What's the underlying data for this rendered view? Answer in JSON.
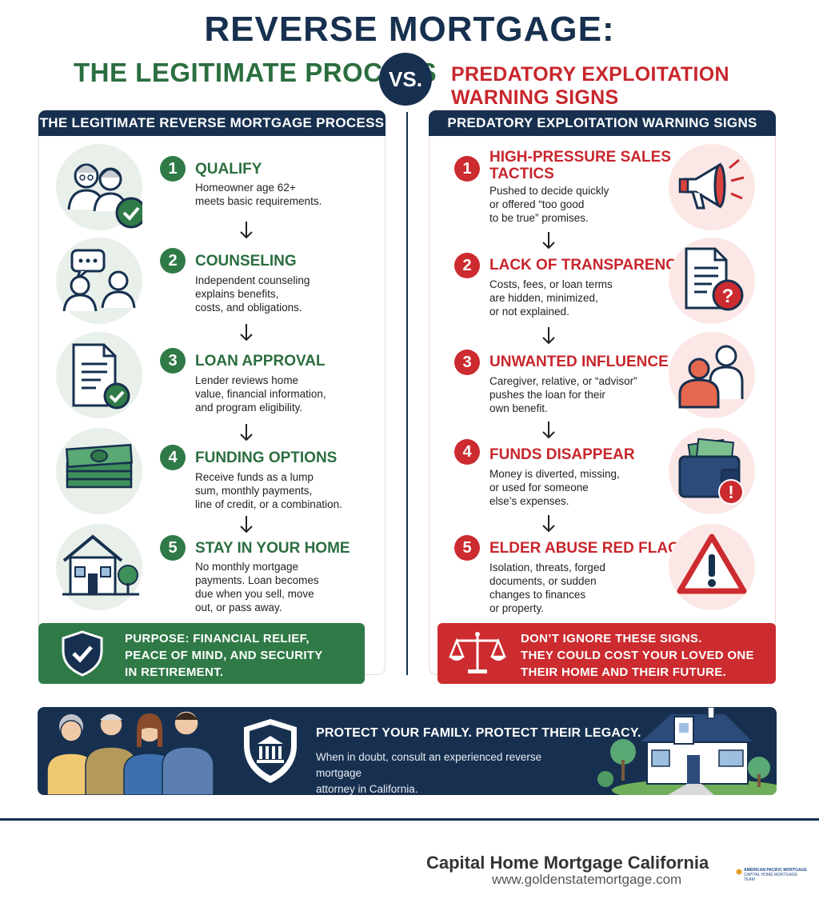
{
  "header": {
    "title": "REVERSE MORTGAGE:",
    "left_subtitle": "THE LEGITIMATE PROCESS",
    "vs": "VS.",
    "right_subtitle": "PREDATORY EXPLOITATION WARNING SIGNS"
  },
  "left_panel": {
    "heading": "THE LEGITIMATE REVERSE MORTGAGE PROCESS",
    "steps": [
      {
        "num": "1",
        "title": "QUALIFY",
        "desc": [
          "Homeowner age 62+",
          "meets basic requirements."
        ]
      },
      {
        "num": "2",
        "title": "COUNSELING",
        "desc": [
          "Independent counseling",
          "explains benefits,",
          "costs, and obligations."
        ]
      },
      {
        "num": "3",
        "title": "LOAN APPROVAL",
        "desc": [
          "Lender reviews home",
          "value, financial information,",
          "and program eligibility."
        ]
      },
      {
        "num": "4",
        "title": "FUNDING OPTIONS",
        "desc": [
          "Receive funds as a lump",
          "sum, monthly payments,",
          "line of credit, or a combination."
        ]
      },
      {
        "num": "5",
        "title": "STAY IN YOUR HOME",
        "desc": [
          "No monthly mortgage",
          "payments. Loan becomes",
          "due when you sell, move",
          "out, or pass away."
        ]
      }
    ],
    "banner": [
      "PURPOSE: FINANCIAL RELIEF,",
      "PEACE OF MIND, AND SECURITY",
      "IN RETIREMENT."
    ]
  },
  "right_panel": {
    "heading": "PREDATORY EXPLOITATION WARNING SIGNS",
    "steps": [
      {
        "num": "1",
        "title": [
          "HIGH-PRESSURE SALES",
          "TACTICS"
        ],
        "desc": [
          "Pushed to decide quickly",
          "or offered “too good",
          "to be true” promises."
        ]
      },
      {
        "num": "2",
        "title": [
          "LACK OF TRANSPARENCY"
        ],
        "desc": [
          "Costs, fees, or loan terms",
          "are hidden, minimized,",
          "or not explained."
        ]
      },
      {
        "num": "3",
        "title": [
          "UNWANTED INFLUENCE"
        ],
        "desc": [
          "Caregiver, relative, or “advisor”",
          "pushes the loan for their",
          "own benefit."
        ]
      },
      {
        "num": "4",
        "title": [
          "FUNDS DISAPPEAR"
        ],
        "desc": [
          "Money is diverted, missing,",
          "or used for someone",
          "else’s expenses."
        ]
      },
      {
        "num": "5",
        "title": [
          "ELDER ABUSE RED FLAGS"
        ],
        "desc": [
          "Isolation, threats, forged",
          "documents, or sudden",
          "changes to finances",
          "or property."
        ]
      }
    ],
    "banner": [
      "DON’T IGNORE THESE SIGNS.",
      "THEY COULD COST YOUR LOVED ONE",
      "THEIR HOME AND THEIR FUTURE."
    ]
  },
  "footer_band": {
    "title": "PROTECT YOUR FAMILY. PROTECT THEIR LEGACY.",
    "desc": [
      "When in doubt, consult an experienced reverse mortgage",
      "attorney in California."
    ]
  },
  "brand": {
    "company": "Capital Home Mortgage California",
    "website": "www.goldenstatemortgage.com",
    "logo_line1": "AMERICAN PACIFIC MORTGAGE",
    "logo_line2": "CAPITAL HOME MORTGAGE TEAM"
  },
  "colors": {
    "navy": "#17304f",
    "green": "#2f7a47",
    "red": "#cc2b2f"
  }
}
